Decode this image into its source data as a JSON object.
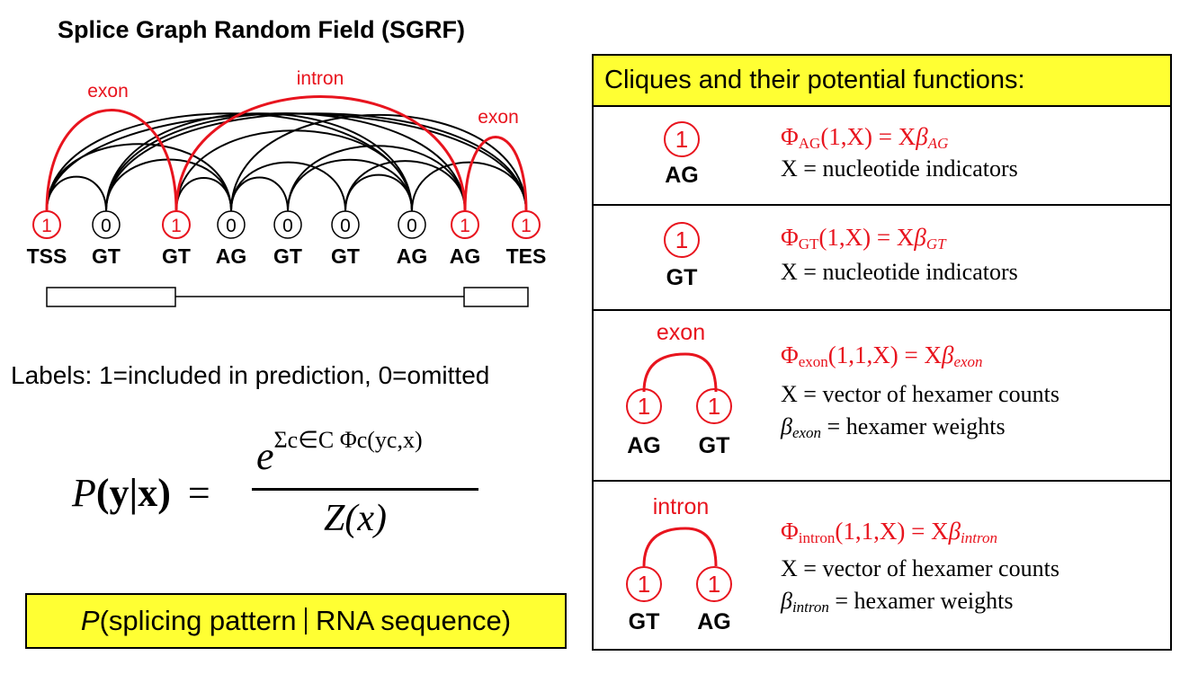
{
  "title": "Splice Graph Random Field (SGRF)",
  "graph": {
    "arc_labels": {
      "exon_left": "exon",
      "intron": "intron",
      "exon_right": "exon"
    },
    "nodes": [
      {
        "value": "1",
        "site": "TSS",
        "red": true
      },
      {
        "value": "0",
        "site": "GT",
        "red": false
      },
      {
        "value": "1",
        "site": "GT",
        "red": true
      },
      {
        "value": "0",
        "site": "AG",
        "red": false
      },
      {
        "value": "0",
        "site": "GT",
        "red": false
      },
      {
        "value": "0",
        "site": "GT",
        "red": false
      },
      {
        "value": "0",
        "site": "AG",
        "red": false
      },
      {
        "value": "1",
        "site": "AG",
        "red": true
      },
      {
        "value": "1",
        "site": "TES",
        "red": true
      }
    ]
  },
  "labels_line": "Labels: 1=included in prediction, 0=omitted",
  "formula": {
    "lhs_p": "P",
    "lhs_args": "(y|x)",
    "equals": "=",
    "numerator_base": "e",
    "numerator_exp": "Σc∈C Φc(yc,x)",
    "denominator": "Z(x)"
  },
  "bottom_box": {
    "p": "P",
    "left": "(splicing pattern",
    "right": "RNA sequence)"
  },
  "table": {
    "header": "Cliques and their potential functions:",
    "rows": [
      {
        "node_value": "1",
        "site": "AG",
        "phi": "Φ",
        "phi_sub": "AG",
        "args": "(1,X) = X",
        "beta": "β",
        "beta_sub": "AG",
        "desc1": "X = nucleotide indicators"
      },
      {
        "node_value": "1",
        "site": "GT",
        "phi": "Φ",
        "phi_sub": "GT",
        "args": "(1,X) = X",
        "beta": "β",
        "beta_sub": "GT",
        "desc1": "X = nucleotide indicators"
      },
      {
        "arc_label": "exon",
        "left_value": "1",
        "right_value": "1",
        "left_site": "AG",
        "right_site": "GT",
        "phi": "Φ",
        "phi_sub": "exon",
        "args": "(1,1,X) = X",
        "beta": "β",
        "beta_sub": "exon",
        "desc1": "X = vector of hexamer counts",
        "desc2_beta": "β",
        "desc2_sub": "exon",
        "desc2_rest": " = hexamer weights"
      },
      {
        "arc_label": "intron",
        "left_value": "1",
        "right_value": "1",
        "left_site": "GT",
        "right_site": "AG",
        "phi": "Φ",
        "phi_sub": "intron",
        "args": "(1,1,X) = X",
        "beta": "β",
        "beta_sub": "intron",
        "desc1": "X = vector of hexamer counts",
        "desc2_beta": "β",
        "desc2_sub": "intron",
        "desc2_rest": " = hexamer weights"
      }
    ]
  }
}
